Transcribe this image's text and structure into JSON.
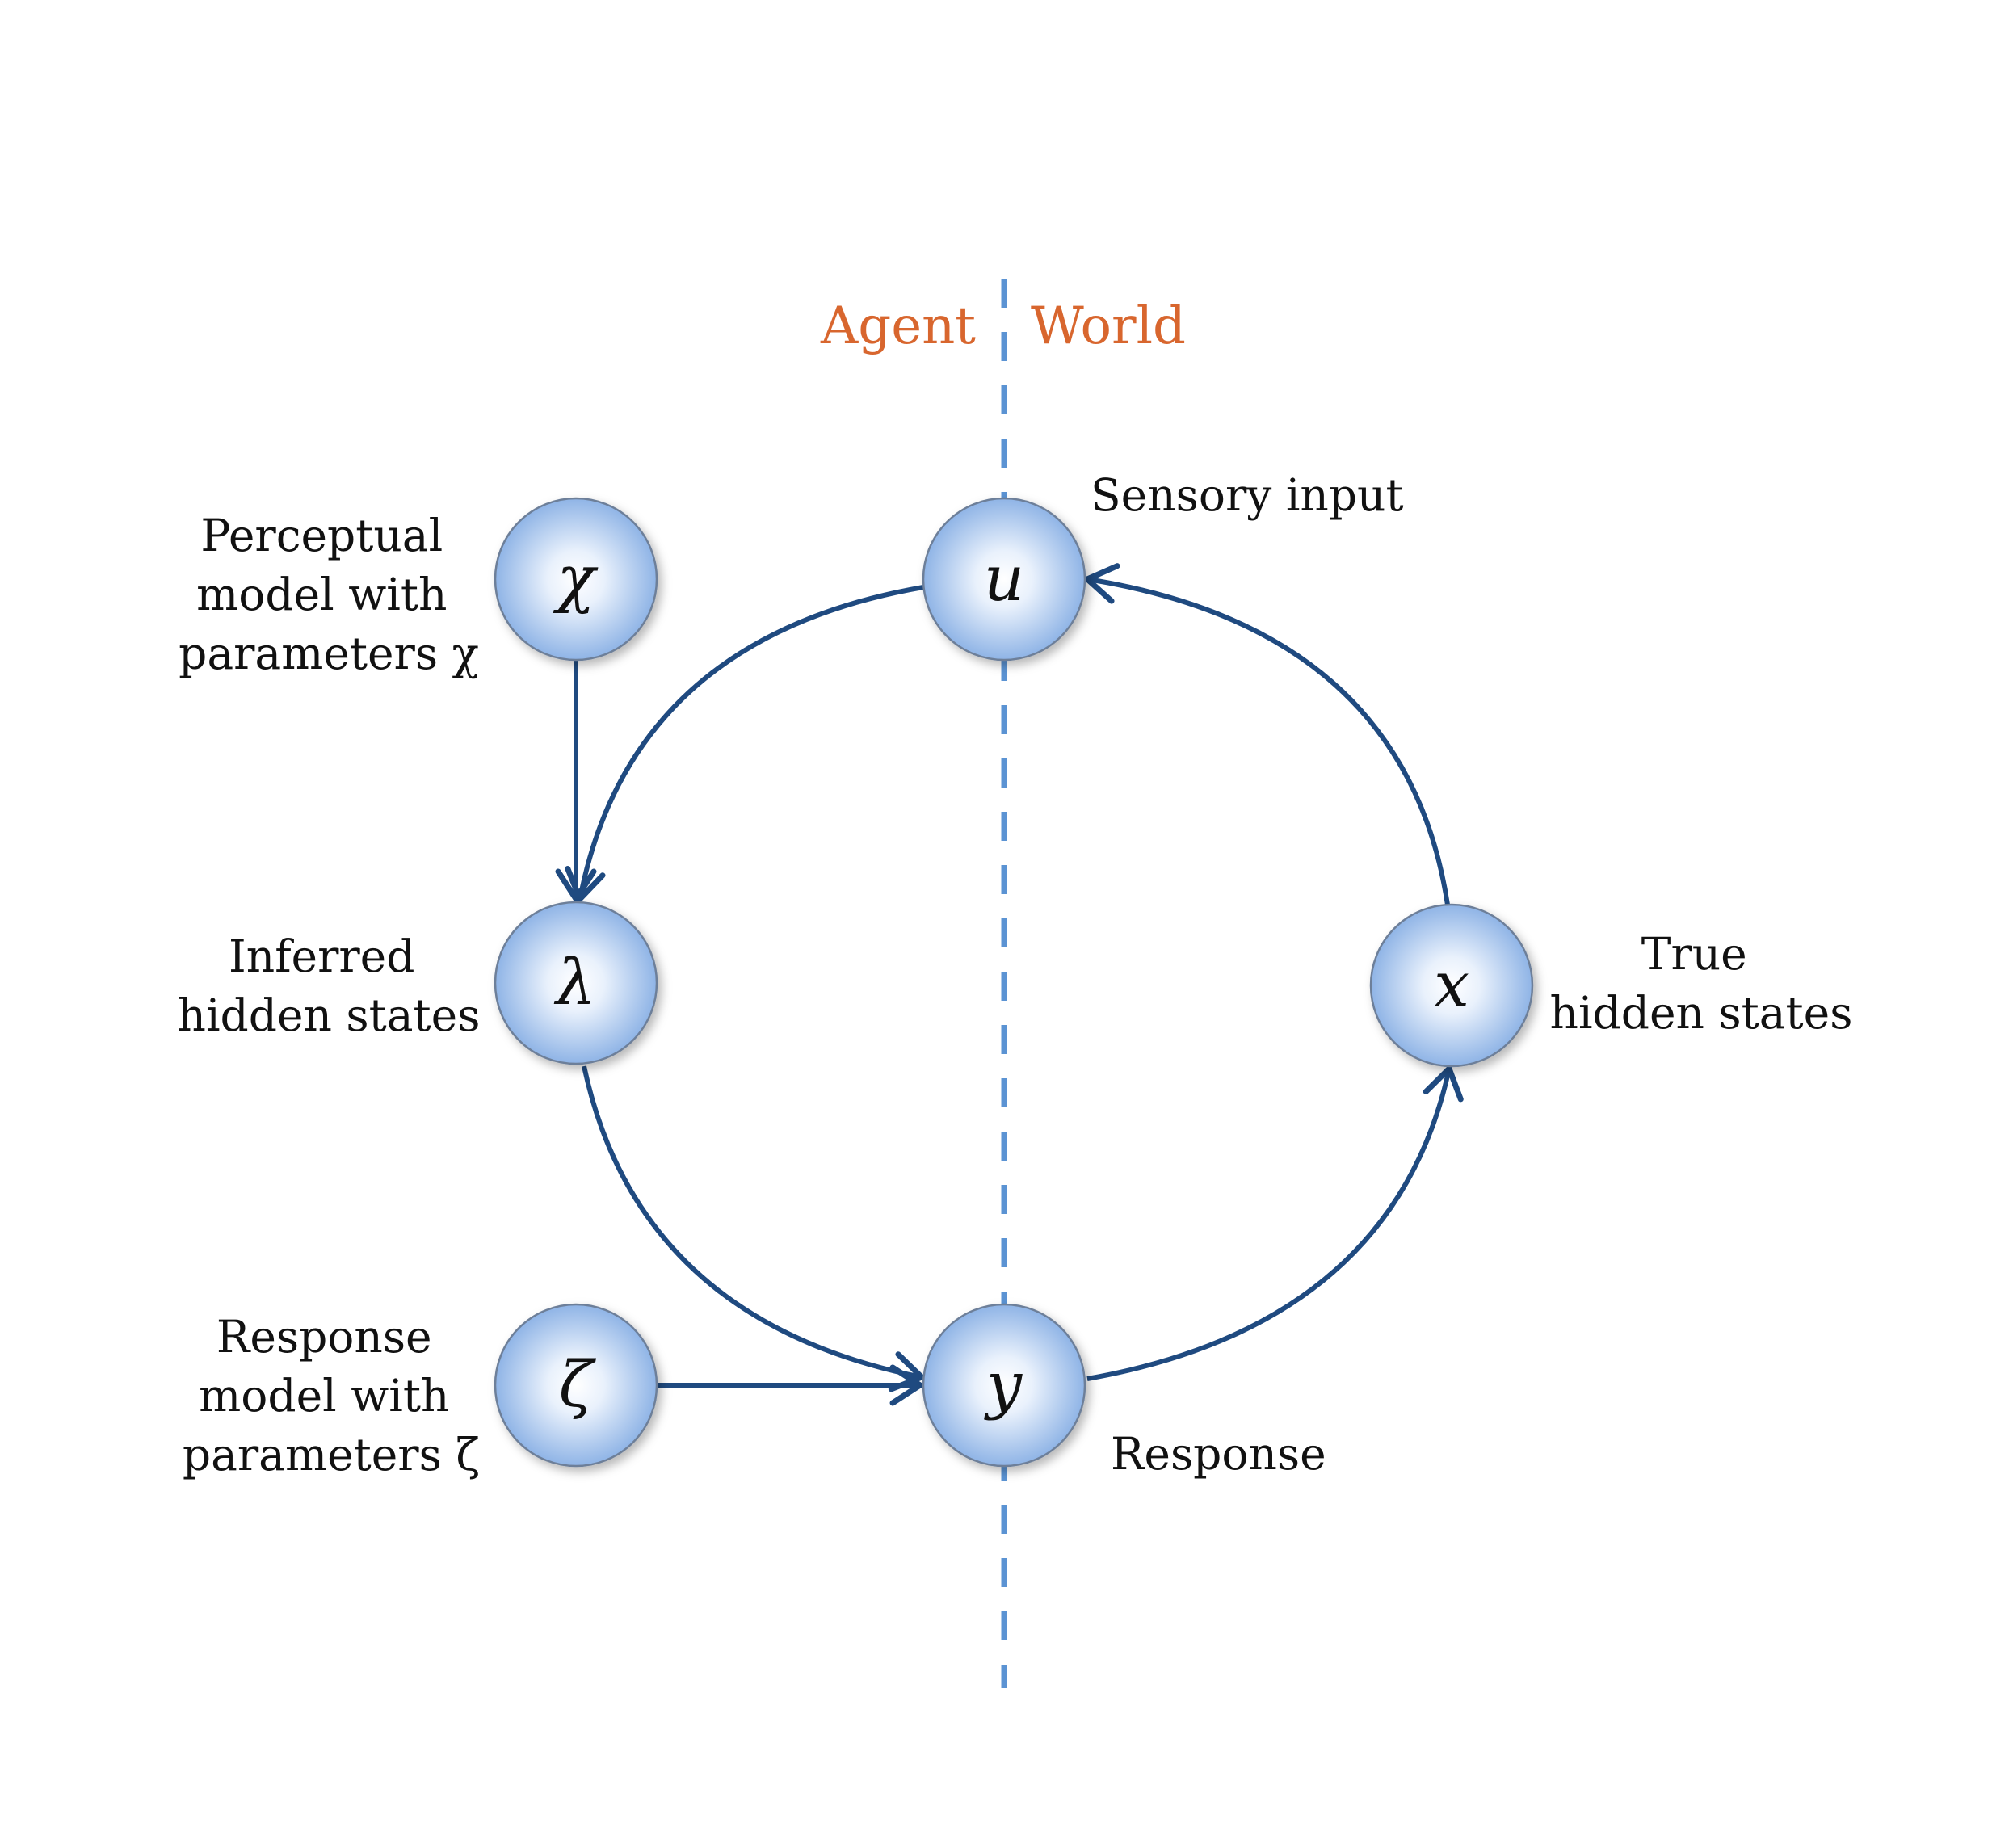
{
  "colors": {
    "edge": "#1f4a80",
    "divider": "#5b93d3",
    "region_label": "#d8662e",
    "node_fill_center": "#ffffff",
    "node_fill_edge": "#8fb4e6"
  },
  "regions": {
    "agent": "Agent",
    "world": "World"
  },
  "nodes": [
    {
      "id": "chi",
      "symbol": "χ",
      "label_lines": [
        "Perceptual",
        "model with",
        "parameters χ"
      ]
    },
    {
      "id": "u",
      "symbol": "u",
      "label_lines": [
        "Sensory input"
      ]
    },
    {
      "id": "lambda",
      "symbol": "λ",
      "label_lines": [
        "Inferred",
        "hidden states"
      ]
    },
    {
      "id": "x",
      "symbol": "x",
      "label_lines": [
        "True",
        "hidden states"
      ]
    },
    {
      "id": "zeta",
      "symbol": "ζ",
      "label_lines": [
        "Response",
        "model with",
        "parameters ζ"
      ]
    },
    {
      "id": "y",
      "symbol": "y",
      "label_lines": [
        "Response"
      ]
    }
  ],
  "edges": [
    {
      "from": "chi",
      "to": "lambda"
    },
    {
      "from": "u",
      "to": "lambda"
    },
    {
      "from": "lambda",
      "to": "y"
    },
    {
      "from": "zeta",
      "to": "y"
    },
    {
      "from": "y",
      "to": "x"
    },
    {
      "from": "x",
      "to": "u"
    }
  ]
}
